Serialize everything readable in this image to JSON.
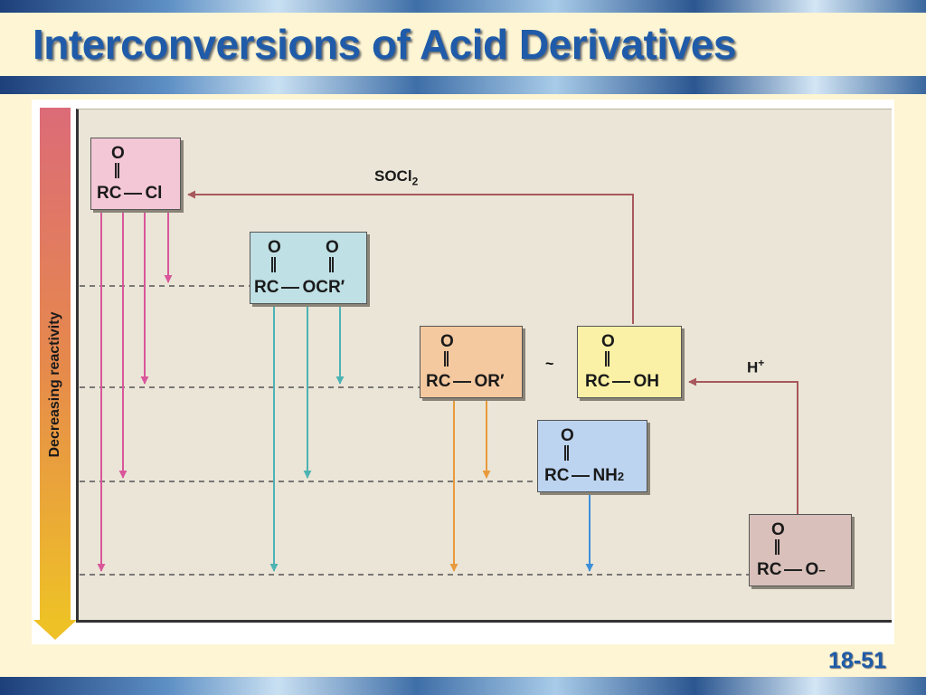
{
  "title": "Interconversions of Acid Derivatives",
  "page_number": "18-51",
  "reactivity_label": "Decreasing reactivity",
  "reagents": {
    "socl2": "SOCl",
    "socl2_sub": "2",
    "hplus": "H",
    "hplus_sup": "+"
  },
  "tilde": "~",
  "atom_o": "O",
  "compounds": {
    "acid_chloride": {
      "left": "RC",
      "right": "Cl",
      "color": "#f3c7d6"
    },
    "anhydride": {
      "left": "RC",
      "right": "OCR′",
      "color": "#bfe0e4"
    },
    "ester": {
      "left": "RC",
      "right": "OR′",
      "color": "#f5c9a0"
    },
    "acid": {
      "left": "RC",
      "right": "OH",
      "color": "#faf1a6"
    },
    "amide": {
      "left": "RC",
      "right": "NH",
      "right_sub": "2",
      "color": "#bcd4f0"
    },
    "carboxylate": {
      "left": "RC",
      "right": "O",
      "right_sup": "−",
      "color": "#d9c0ba"
    }
  },
  "colors": {
    "pink_arrow": "#d9579a",
    "teal_arrow": "#4db3b3",
    "orange_arrow": "#e99a3c",
    "blue_arrow": "#3d8fd9",
    "brown_arrow": "#a8585c",
    "title_blue": "#1f5ba8"
  }
}
